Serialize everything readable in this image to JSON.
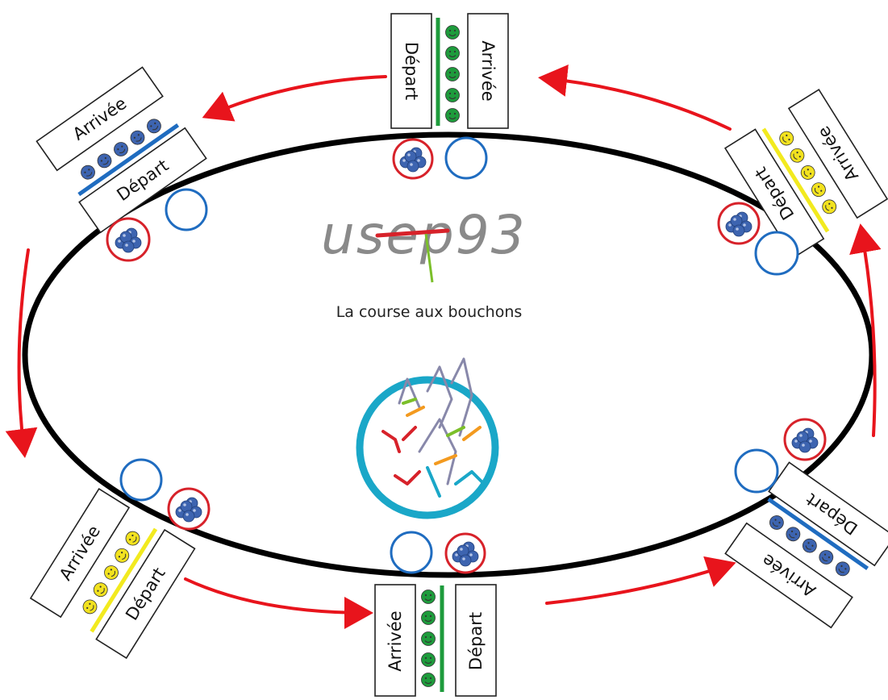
{
  "title": "La course aux bouchons",
  "logo": {
    "text": "usep93",
    "parts": [
      "u",
      "s",
      "e",
      "p",
      "93"
    ]
  },
  "labels": {
    "arrival": "Arrivée",
    "departure": "Départ"
  },
  "colors": {
    "track": "#000000",
    "arrow": "#e8141c",
    "empty_circle": "#1f6cc0",
    "full_circle": "#d7222a",
    "cork": "#3d64b0",
    "emblem_ring": "#1aa7c8",
    "logo_gray": "#8a8a8a",
    "logo_red": "#d7222a",
    "logo_green": "#7bbf2a",
    "logo_orange": "#f39a1f",
    "teams": [
      "#1e9b3c",
      "#3d64b0",
      "#f2ea1f",
      "#1e9b3c",
      "#f2ea1f",
      "#3d64b0"
    ]
  },
  "stations": [
    {
      "name": "top",
      "team_color": "green",
      "arrival": "Arrivée",
      "departure": "Départ",
      "corks": 5
    },
    {
      "name": "top-left",
      "team_color": "blue",
      "arrival": "Arrivée",
      "departure": "Départ",
      "corks": 5
    },
    {
      "name": "top-right",
      "team_color": "yellow",
      "arrival": "Arrivée",
      "departure": "Départ",
      "corks": 5
    },
    {
      "name": "bottom",
      "team_color": "green",
      "arrival": "Arrivée",
      "departure": "Départ",
      "corks": 5
    },
    {
      "name": "bottom-left",
      "team_color": "yellow",
      "arrival": "Arrivée",
      "departure": "Départ",
      "corks": 5
    },
    {
      "name": "bottom-right",
      "team_color": "blue",
      "arrival": "Arrivée",
      "departure": "Départ",
      "corks": 5
    }
  ],
  "emblem": {
    "icon": "runners-icon"
  }
}
